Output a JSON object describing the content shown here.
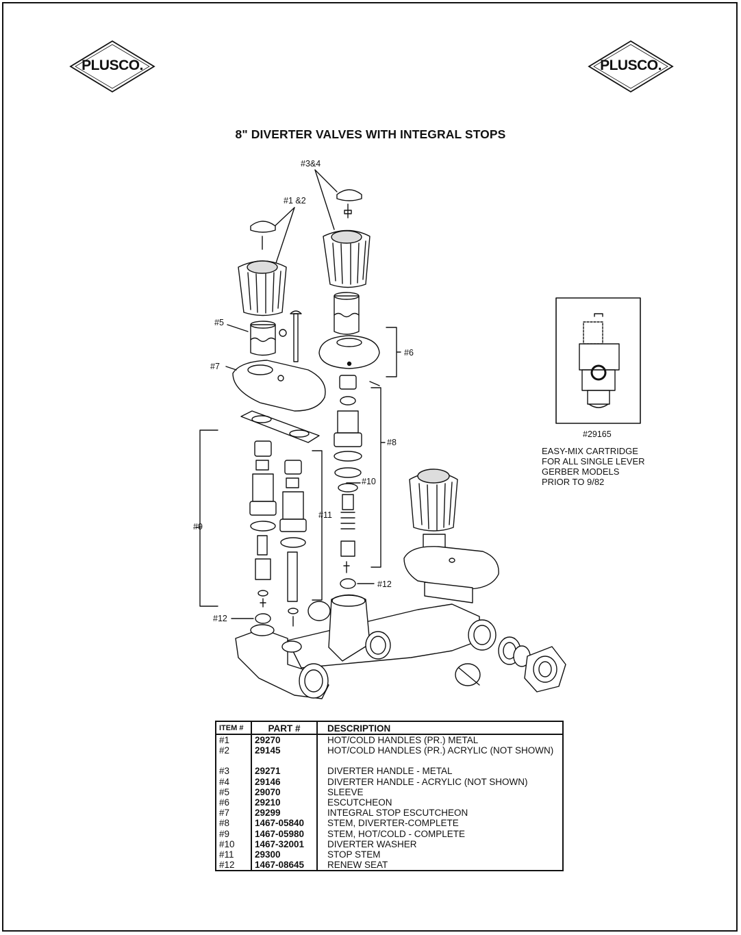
{
  "brand": {
    "logo_text": "PLUSCO."
  },
  "title": "8\" DIVERTER VALVES WITH INTEGRAL STOPS",
  "callouts": {
    "c3and4": "#3&4",
    "c1and2": "#1 &2",
    "c5": "#5",
    "c6": "#6",
    "c7": "#7",
    "c8": "#8",
    "c9": "#9",
    "c10": "#10",
    "c11": "#11",
    "c12_left": "#12",
    "c12_right": "#12"
  },
  "inset": {
    "part_number": "#29165",
    "caption_lines": [
      "EASY-MIX CARTRIDGE",
      "FOR ALL SINGLE LEVER",
      "GERBER MODELS",
      "PRIOR TO 9/82"
    ]
  },
  "parts_table": {
    "headers": {
      "item": "ITEM #",
      "part": "PART #",
      "description": "DESCRIPTION"
    },
    "rows": [
      {
        "item": "#1",
        "part": "29270",
        "description": "HOT/COLD HANDLES (PR.) METAL"
      },
      {
        "item": "#2",
        "part": "29145",
        "description": "HOT/COLD HANDLES (PR.) ACRYLIC (NOT SHOWN)"
      },
      {
        "item": "",
        "part": "",
        "description": ""
      },
      {
        "item": "#3",
        "part": "29271",
        "description": "DIVERTER HANDLE - METAL"
      },
      {
        "item": "#4",
        "part": "29146",
        "description": "DIVERTER HANDLE - ACRYLIC (NOT SHOWN)"
      },
      {
        "item": "#5",
        "part": "29070",
        "description": "SLEEVE"
      },
      {
        "item": "#6",
        "part": "29210",
        "description": "ESCUTCHEON"
      },
      {
        "item": "#7",
        "part": "29299",
        "description": "INTEGRAL STOP ESCUTCHEON"
      },
      {
        "item": "#8",
        "part": "1467-05840",
        "description": "STEM, DIVERTER-COMPLETE"
      },
      {
        "item": "#9",
        "part": "1467-05980",
        "description": "STEM, HOT/COLD - COMPLETE"
      },
      {
        "item": "#10",
        "part": "1467-32001",
        "description": "DIVERTER WASHER"
      },
      {
        "item": "#11",
        "part": "29300",
        "description": "STOP STEM"
      },
      {
        "item": "#12",
        "part": "1467-08645",
        "description": "RENEW SEAT"
      }
    ]
  }
}
